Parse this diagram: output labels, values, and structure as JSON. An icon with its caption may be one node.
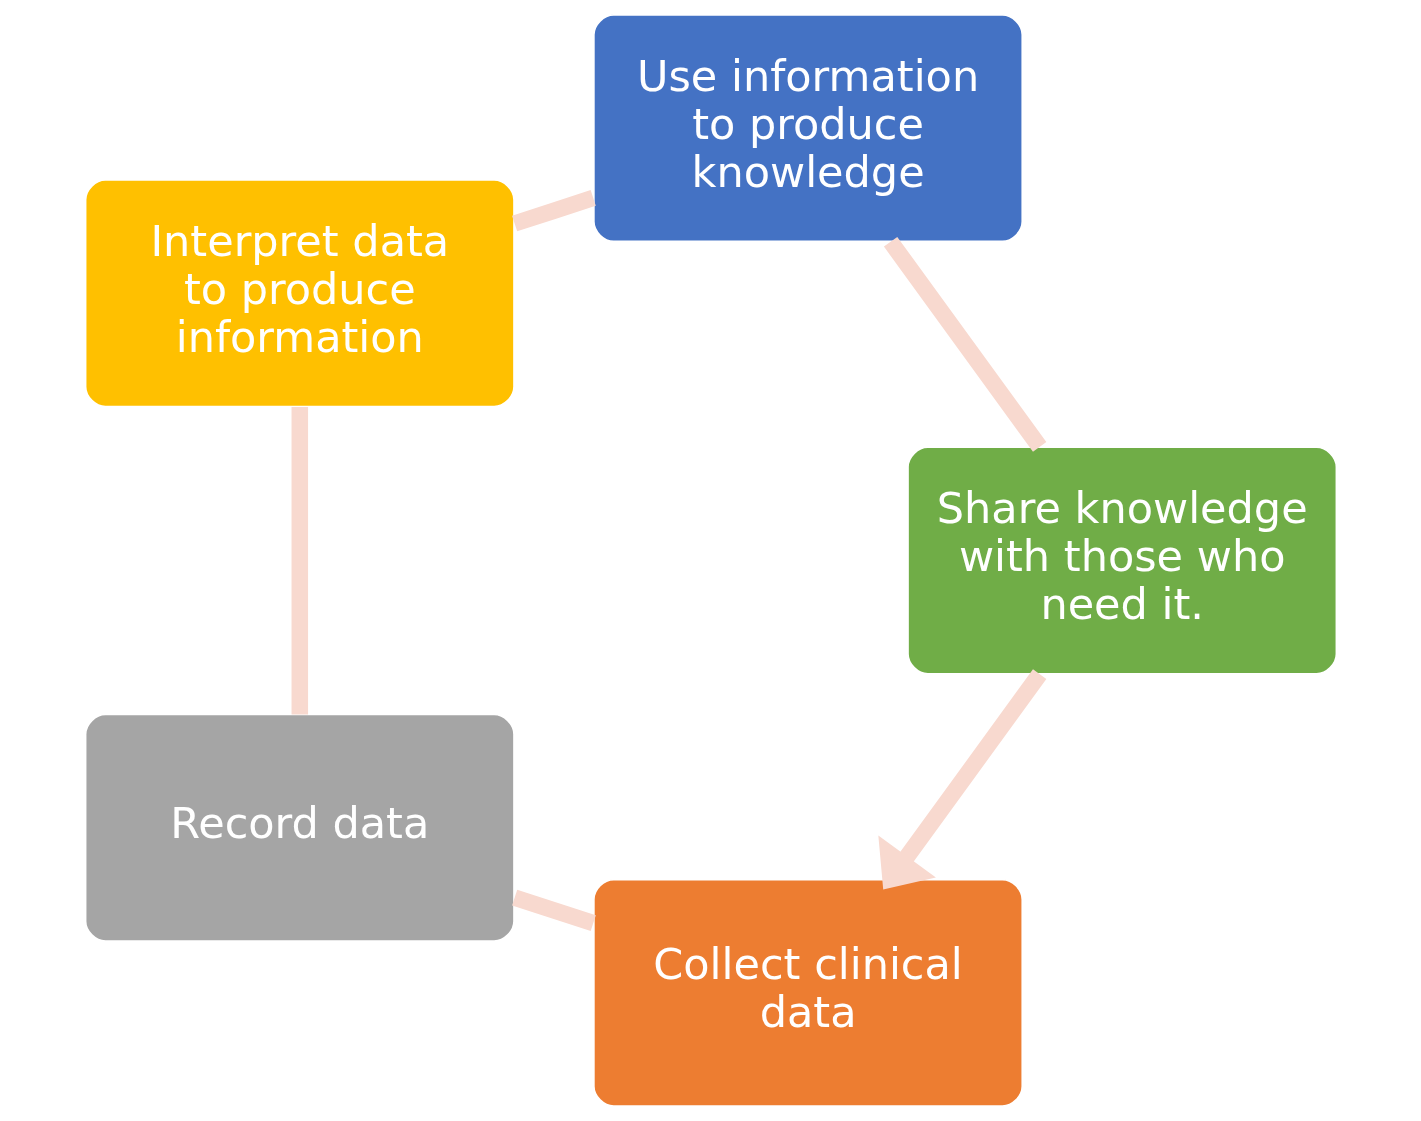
{
  "diagram": {
    "nodes": [
      {
        "text": [
          "Collect clinical data"
        ]
      },
      {
        "text": [
          "Record data"
        ]
      },
      {
        "text": [
          "Interpret data to produce information"
        ]
      },
      {
        "text": [
          "Use information to produce knowledge"
        ]
      },
      {
        "text": [
          "Share knowledge with those who need it."
        ]
      }
    ],
    "edges": [
      {
        "from": 0,
        "to": 1,
        "arrow": "none"
      },
      {
        "from": 1,
        "to": 2,
        "arrow": "none"
      },
      {
        "from": 2,
        "to": 3,
        "arrow": "none"
      },
      {
        "from": 3,
        "to": 4,
        "arrow": "none"
      },
      {
        "from": 4,
        "to": 0,
        "arrow": "to"
      }
    ]
  }
}
